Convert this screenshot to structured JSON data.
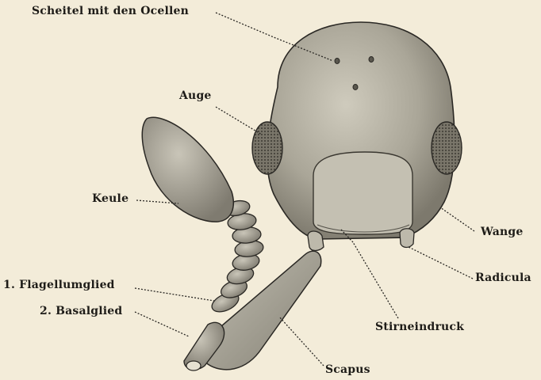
{
  "labels": {
    "scheitel": "Scheitel mit den Ocellen",
    "auge": "Auge",
    "keule": "Keule",
    "flagellumglied": "1. Flagellumglied",
    "basalglied": "2. Basalglied",
    "wange": "Wange",
    "radicula": "Radicula",
    "stirneindruck": "Stirneindruck",
    "scapus": "Scapus"
  },
  "colors": {
    "paper": "#f3ecd9",
    "ink": "#1e1c18",
    "head_fill": "#a9a596",
    "eye_fill": "#6e6a5e"
  }
}
